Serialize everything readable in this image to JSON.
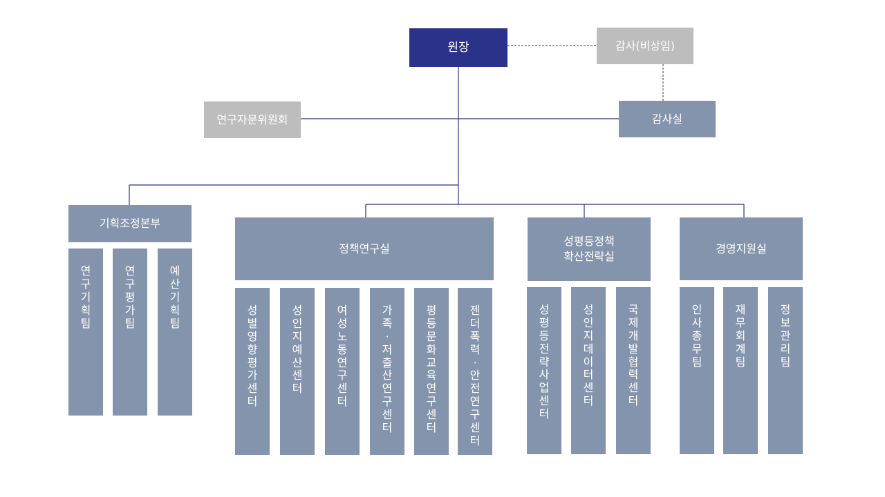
{
  "org": {
    "director": "원장",
    "auditor": "감사(비상임)",
    "audit_office": "감사실",
    "advisory_committee": "연구자문위원회",
    "departments": [
      {
        "name": "기획조정본부",
        "teams": [
          "연구기획팀",
          "연구평가팀",
          "예산기획팀"
        ]
      },
      {
        "name": "정책연구실",
        "teams": [
          "성별영향평가센터",
          "성인지예산센터",
          "여성노동연구센터",
          "가족·저출산연구센터",
          "평등문화교육연구센터",
          "젠더폭력·안전연구센터"
        ]
      },
      {
        "name": "성평등정책\n확산전략실",
        "teams": [
          "성평등전략사업센터",
          "성인지데이터센터",
          "국제개발협력센터"
        ]
      },
      {
        "name": "경영지원실",
        "teams": [
          "인사총무팀",
          "재무회계팀",
          "정보관리팀"
        ]
      }
    ]
  },
  "colors": {
    "director": "#2a3289",
    "auditor": "#bdbdbd",
    "advisory": "#bdbdbd",
    "unit": "#8594ad",
    "line": "#2a3289",
    "background": "#ffffff"
  }
}
